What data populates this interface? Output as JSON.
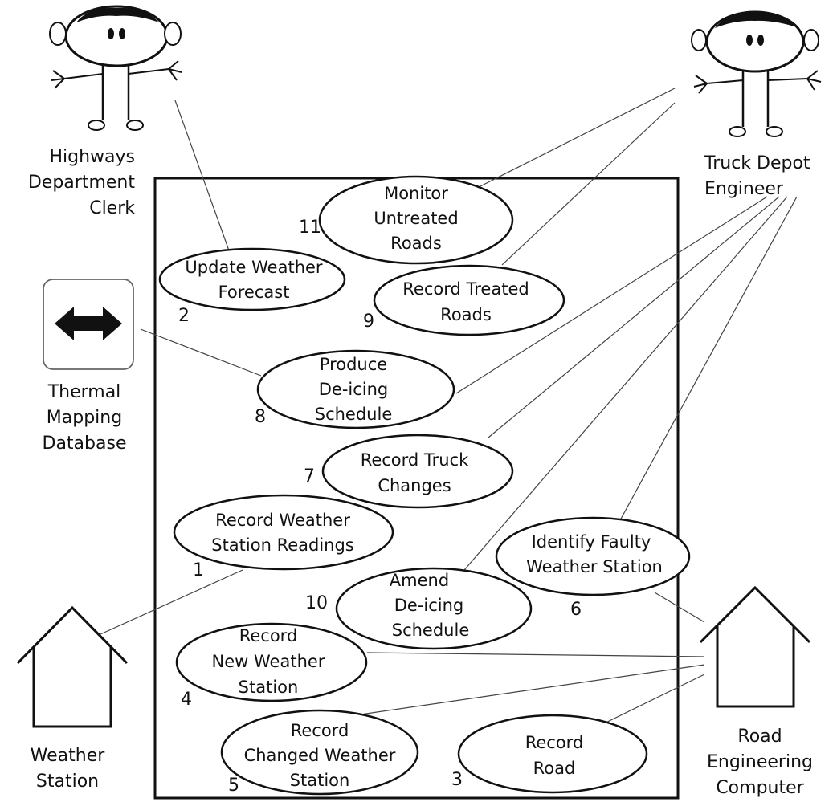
{
  "actors": {
    "highways_clerk": [
      "Highways",
      "Department",
      "Clerk"
    ],
    "truck_engineer": [
      "Truck Depot",
      "Engineer"
    ],
    "thermal_db": [
      "Thermal",
      "Mapping",
      "Database"
    ],
    "weather_station": [
      "Weather",
      "Station"
    ],
    "road_computer": [
      "Road",
      "Engineering",
      "Computer"
    ]
  },
  "use_cases": {
    "monitor": {
      "lines": [
        "Monitor",
        "Untreated",
        "Roads"
      ],
      "number": "11"
    },
    "update": {
      "lines": [
        "Update Weather",
        "Forecast"
      ],
      "number": "2"
    },
    "treated": {
      "lines": [
        "Record Treated",
        "Roads"
      ],
      "number": "9"
    },
    "produce": {
      "lines": [
        "Produce",
        "De-icing",
        "Schedule"
      ],
      "number": "8"
    },
    "truck": {
      "lines": [
        "Record Truck",
        "Changes"
      ],
      "number": "7"
    },
    "readings": {
      "lines": [
        "Record Weather",
        "Station Readings"
      ],
      "number": "1"
    },
    "faulty": {
      "lines": [
        "Identify Faulty",
        "Weather Station"
      ],
      "number": "6"
    },
    "amend": {
      "lines": [
        "Amend",
        "De-icing",
        "Schedule"
      ],
      "number": "10"
    },
    "newstation": {
      "lines": [
        "Record",
        "New Weather",
        "Station"
      ],
      "number": "4"
    },
    "changed": {
      "lines": [
        "Record",
        "Changed Weather",
        "Station"
      ],
      "number": "5"
    },
    "road": {
      "lines": [
        "Record",
        "Road"
      ],
      "number": "3"
    }
  },
  "icons": {
    "database_symbol": "double-arrow-icon"
  }
}
